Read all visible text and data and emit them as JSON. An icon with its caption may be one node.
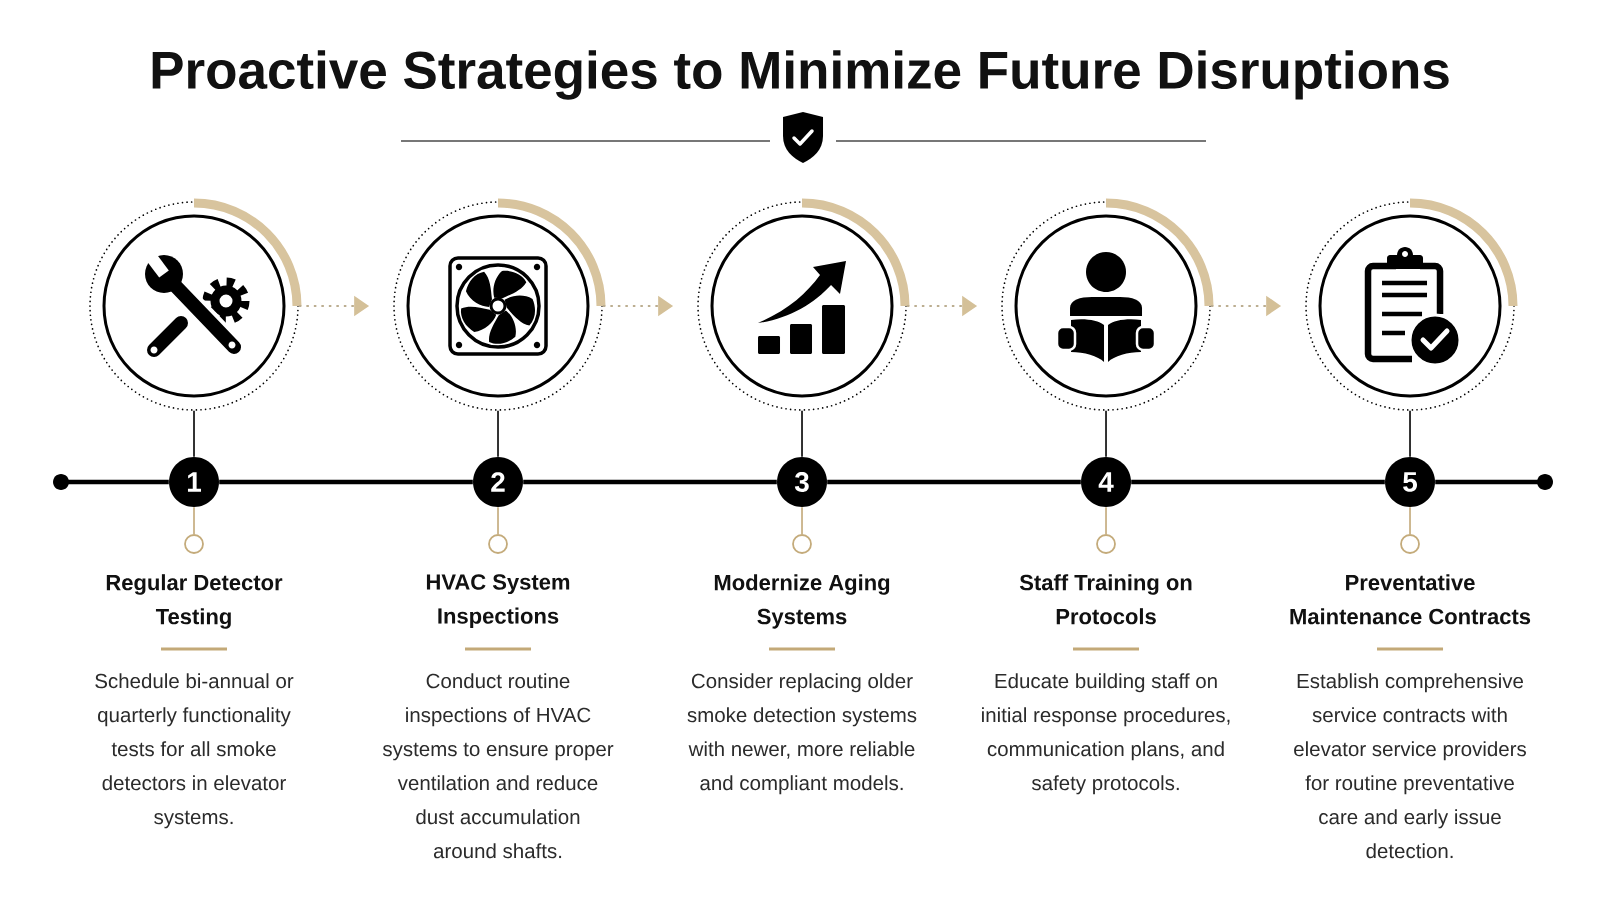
{
  "diagram": {
    "title": "Proactive Strategies to Minimize Future Disruptions",
    "nodes": [
      {
        "text": [],
        "shape": "circle"
      },
      {
        "text": [],
        "shape": "circle"
      },
      {
        "text": [],
        "shape": "circle"
      },
      {
        "text": [],
        "shape": "circle"
      },
      {
        "text": [],
        "shape": "circle"
      },
      {
        "text": [
          "1"
        ]
      },
      {
        "text": [
          "2"
        ]
      },
      {
        "text": [
          "3"
        ]
      },
      {
        "text": [
          "4"
        ]
      },
      {
        "text": [
          "5"
        ]
      },
      {
        "text": [],
        "shape": "circle",
        "beside": [
          "Regular Detector Testing",
          "Schedule bi-annual or quarterly functionality tests for all smoke detectors in elevator systems."
        ]
      },
      {
        "text": [],
        "shape": "circle",
        "beside": [
          "HVAC System Inspections",
          "Conduct routine inspections of HVAC systems to ensure proper ventilation and reduce dust accumulation around shafts."
        ]
      },
      {
        "text": [],
        "shape": "circle",
        "beside": [
          "Modernize Aging Systems",
          "Consider replacing older smoke detection systems with newer, more reliable and compliant models."
        ]
      },
      {
        "text": [],
        "shape": "circle",
        "beside": [
          "Staff Training on Protocols",
          "Educate building staff on initial response procedures, communication plans, and safety protocols."
        ]
      },
      {
        "text": [],
        "shape": "circle",
        "beside": [
          "Preventative Maintenance Contracts",
          "Establish comprehensive service contracts with elevator service providers for routine preventative care and early issue detection."
        ]
      }
    ],
    "edges": [
      {
        "from": 0,
        "to": 1,
        "arrow": "to",
        "style": "dashed",
        "color": "#d4c098"
      },
      {
        "from": 1,
        "to": 2,
        "arrow": "to",
        "style": "dashed",
        "color": "#d4c098"
      },
      {
        "from": 2,
        "to": 3,
        "arrow": "to",
        "style": "dashed",
        "color": "#d4c098"
      },
      {
        "from": 3,
        "to": 4,
        "arrow": "to",
        "style": "dashed",
        "color": "#d4c098"
      },
      {
        "from": 0,
        "to": 5,
        "arrow": "none"
      },
      {
        "from": 1,
        "to": 6,
        "arrow": "none"
      },
      {
        "from": 2,
        "to": 7,
        "arrow": "none"
      },
      {
        "from": 3,
        "to": 8,
        "arrow": "none"
      },
      {
        "from": 4,
        "to": 9,
        "arrow": "none"
      },
      {
        "from": null,
        "to": 5,
        "arrow": "other",
        "style": "thick"
      },
      {
        "from": 5,
        "to": 6,
        "arrow": "none",
        "style": "thick"
      },
      {
        "from": 6,
        "to": 7,
        "arrow": "none",
        "style": "thick"
      },
      {
        "from": 7,
        "to": 8,
        "arrow": "none",
        "style": "thick"
      },
      {
        "from": 8,
        "to": 9,
        "arrow": "none",
        "style": "thick"
      },
      {
        "from": 9,
        "to": null,
        "arrow": "other",
        "style": "thick"
      },
      {
        "from": 5,
        "to": 10,
        "arrow": "none",
        "color": "#c2a878"
      },
      {
        "from": 6,
        "to": 11,
        "arrow": "none",
        "color": "#c2a878"
      },
      {
        "from": 7,
        "to": 12,
        "arrow": "none",
        "color": "#c2a878"
      },
      {
        "from": 8,
        "to": 13,
        "arrow": "none",
        "color": "#c2a878"
      },
      {
        "from": 9,
        "to": 14,
        "arrow": "none",
        "color": "#c2a878"
      }
    ]
  }
}
